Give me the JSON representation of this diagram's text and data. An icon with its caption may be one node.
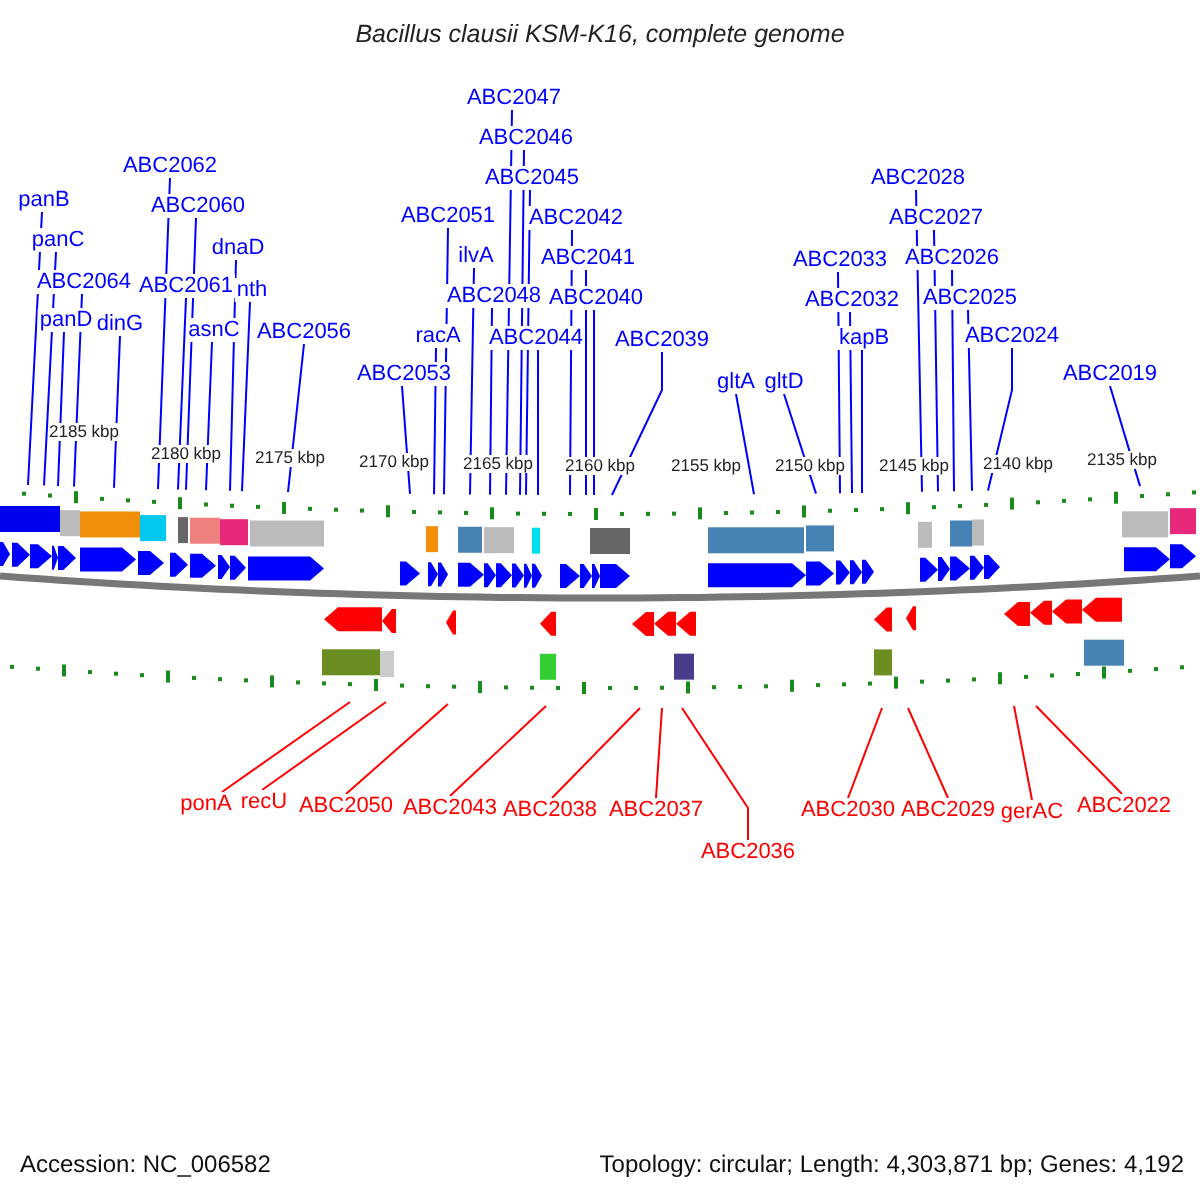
{
  "diagram": {
    "title": "Bacillus clausii KSM-K16, complete genome",
    "nodes": [
      {
        "text": [
          "panB"
        ]
      },
      {
        "text": [
          "panC"
        ]
      },
      {
        "text": [
          "ABC2064"
        ]
      },
      {
        "text": [
          "panD"
        ]
      },
      {
        "text": [
          "dinG"
        ]
      },
      {
        "text": [
          "ABC2062"
        ]
      },
      {
        "text": [
          "ABC2060"
        ]
      },
      {
        "text": [
          "ABC2061"
        ]
      },
      {
        "text": [
          "asnC"
        ]
      },
      {
        "text": [
          "dnaD"
        ]
      },
      {
        "text": [
          "nth"
        ]
      },
      {
        "text": [
          "ABC2056"
        ]
      },
      {
        "text": [
          "ABC2053"
        ]
      },
      {
        "text": [
          "racA"
        ]
      },
      {
        "text": [
          "ABC2051"
        ]
      },
      {
        "text": [
          "ilvA"
        ]
      },
      {
        "text": [
          "ABC2048"
        ]
      },
      {
        "text": [
          "ABC2047"
        ]
      },
      {
        "text": [
          "ABC2046"
        ]
      },
      {
        "text": [
          "ABC2045"
        ]
      },
      {
        "text": [
          "ABC2044"
        ]
      },
      {
        "text": [
          "ABC2042"
        ]
      },
      {
        "text": [
          "ABC2041"
        ]
      },
      {
        "text": [
          "ABC2040"
        ]
      },
      {
        "text": [
          "ABC2039"
        ]
      },
      {
        "text": [
          "gltA"
        ]
      },
      {
        "text": [
          "gltD"
        ]
      },
      {
        "text": [
          "ABC2033"
        ]
      },
      {
        "text": [
          "ABC2032"
        ]
      },
      {
        "text": [
          "kapB"
        ]
      },
      {
        "text": [
          "ABC2028"
        ]
      },
      {
        "text": [
          "ABC2027"
        ]
      },
      {
        "text": [
          "ABC2026"
        ]
      },
      {
        "text": [
          "ABC2025"
        ]
      },
      {
        "text": [
          "ABC2024"
        ]
      },
      {
        "text": [
          "ABC2019"
        ]
      },
      {
        "text": [
          "ponA"
        ]
      },
      {
        "text": [
          "recU"
        ]
      },
      {
        "text": [
          "ABC2050"
        ]
      },
      {
        "text": [
          "ABC2043"
        ]
      },
      {
        "text": [
          "ABC2038"
        ]
      },
      {
        "text": [
          "ABC2037"
        ]
      },
      {
        "text": [
          "ABC2036"
        ]
      },
      {
        "text": [
          "ABC2030"
        ]
      },
      {
        "text": [
          "ABC2029"
        ]
      },
      {
        "text": [
          "gerAC"
        ]
      },
      {
        "text": [
          "ABC2022"
        ]
      }
    ],
    "edges": [
      {
        "from": 0,
        "to": null,
        "arrow": "none"
      },
      {
        "from": 1,
        "to": null,
        "arrow": "none"
      },
      {
        "from": 2,
        "to": null,
        "arrow": "none"
      },
      {
        "from": 3,
        "to": null,
        "arrow": "none"
      },
      {
        "from": 4,
        "to": null,
        "arrow": "none"
      },
      {
        "from": 5,
        "to": null,
        "arrow": "none"
      },
      {
        "from": 6,
        "to": null,
        "arrow": "none"
      },
      {
        "from": 7,
        "to": null,
        "arrow": "none"
      },
      {
        "from": 8,
        "to": null,
        "arrow": "none"
      },
      {
        "from": 9,
        "to": null,
        "arrow": "none"
      },
      {
        "from": 10,
        "to": null,
        "arrow": "none"
      },
      {
        "from": 11,
        "to": null,
        "arrow": "none"
      },
      {
        "from": 12,
        "to": null,
        "arrow": "none"
      },
      {
        "from": 13,
        "to": null,
        "arrow": "none"
      },
      {
        "from": 14,
        "to": null,
        "arrow": "none"
      },
      {
        "from": 15,
        "to": null,
        "arrow": "none"
      },
      {
        "from": 16,
        "to": null,
        "arrow": "none"
      },
      {
        "from": 17,
        "to": null,
        "arrow": "none"
      },
      {
        "from": 18,
        "to": null,
        "arrow": "none"
      },
      {
        "from": 19,
        "to": null,
        "arrow": "none"
      },
      {
        "from": 20,
        "to": null,
        "arrow": "none"
      },
      {
        "from": 21,
        "to": null,
        "arrow": "none"
      },
      {
        "from": 22,
        "to": null,
        "arrow": "none"
      },
      {
        "from": 23,
        "to": null,
        "arrow": "none"
      },
      {
        "from": 24,
        "to": null,
        "arrow": "none"
      },
      {
        "from": 25,
        "to": null,
        "arrow": "none"
      },
      {
        "from": 26,
        "to": null,
        "arrow": "none"
      },
      {
        "from": 27,
        "to": null,
        "arrow": "none"
      },
      {
        "from": 28,
        "to": null,
        "arrow": "none"
      },
      {
        "from": 29,
        "to": null,
        "arrow": "none"
      },
      {
        "from": 30,
        "to": null,
        "arrow": "none"
      },
      {
        "from": 31,
        "to": null,
        "arrow": "none"
      },
      {
        "from": 32,
        "to": null,
        "arrow": "none"
      },
      {
        "from": 33,
        "to": null,
        "arrow": "none"
      },
      {
        "from": 34,
        "to": null,
        "arrow": "none"
      },
      {
        "from": 35,
        "to": null,
        "arrow": "none"
      },
      {
        "from": 36,
        "to": null,
        "arrow": "none",
        "color": "#ff0000"
      },
      {
        "from": 37,
        "to": null,
        "arrow": "none",
        "color": "#ff0000"
      },
      {
        "from": 38,
        "to": null,
        "arrow": "none",
        "color": "#ff0000"
      },
      {
        "from": 39,
        "to": null,
        "arrow": "none",
        "color": "#ff0000"
      },
      {
        "from": 40,
        "to": null,
        "arrow": "none",
        "color": "#ff0000"
      },
      {
        "from": 41,
        "to": null,
        "arrow": "none",
        "color": "#ff0000"
      },
      {
        "from": 42,
        "to": null,
        "arrow": "none",
        "color": "#ff0000"
      },
      {
        "from": 43,
        "to": null,
        "arrow": "none",
        "color": "#ff0000"
      },
      {
        "from": 44,
        "to": null,
        "arrow": "none",
        "color": "#ff0000"
      },
      {
        "from": 45,
        "to": null,
        "arrow": "none",
        "color": "#ff0000"
      },
      {
        "from": 46,
        "to": null,
        "arrow": "none",
        "color": "#ff0000"
      }
    ],
    "labels": [
      "2185 kbp",
      "2180 kbp",
      "2175 kbp",
      "2170 kbp",
      "2165 kbp",
      "2160 kbp",
      "2155 kbp",
      "2150 kbp",
      "2145 kbp",
      "2140 kbp",
      "2135 kbp",
      "Accession: NC_006582",
      "Topology: circular; Length: 4,303,871 bp; Genes: 4,192"
    ]
  }
}
